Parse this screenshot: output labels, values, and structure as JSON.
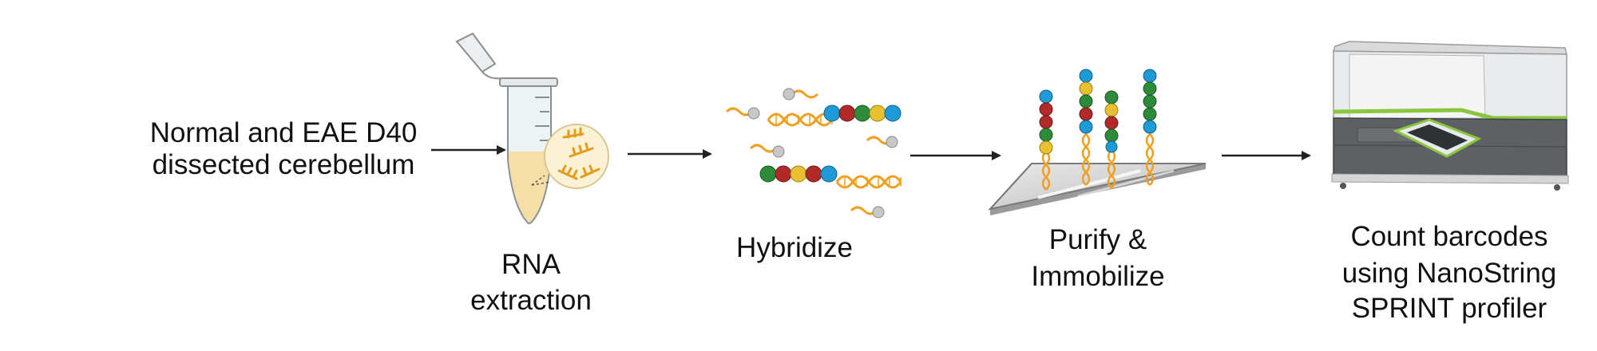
{
  "steps": [
    {
      "line1": "Normal and EAE D40",
      "line2": "dissected cerebellum",
      "line3": ""
    },
    {
      "line1": "RNA",
      "line2": "extraction",
      "line3": ""
    },
    {
      "line1": "Hybridize",
      "line2": "",
      "line3": ""
    },
    {
      "line1": "Purify &",
      "line2": "Immobilize",
      "line3": ""
    },
    {
      "line1": "Count barcodes",
      "line2": "using NanoString",
      "line3": "SPRINT profiler"
    }
  ],
  "colors": {
    "arrow": "#222222",
    "dna": "#f0a020",
    "bead_blue": "#1e9ad6",
    "bead_red": "#b02a2a",
    "bead_green": "#2e8b3a",
    "bead_yellow": "#e8c030",
    "bead_gray": "#c8c8c8",
    "instrument_dark": "#5d6163",
    "instrument_light": "#e6e7e8",
    "instrument_accent": "#8ac63f"
  },
  "icons": [
    "microcentrifuge-tube-icon",
    "rna-molecules-icon",
    "probe-hybridization-icon",
    "immobilized-probes-slide-icon",
    "nanostring-profiler-icon"
  ]
}
